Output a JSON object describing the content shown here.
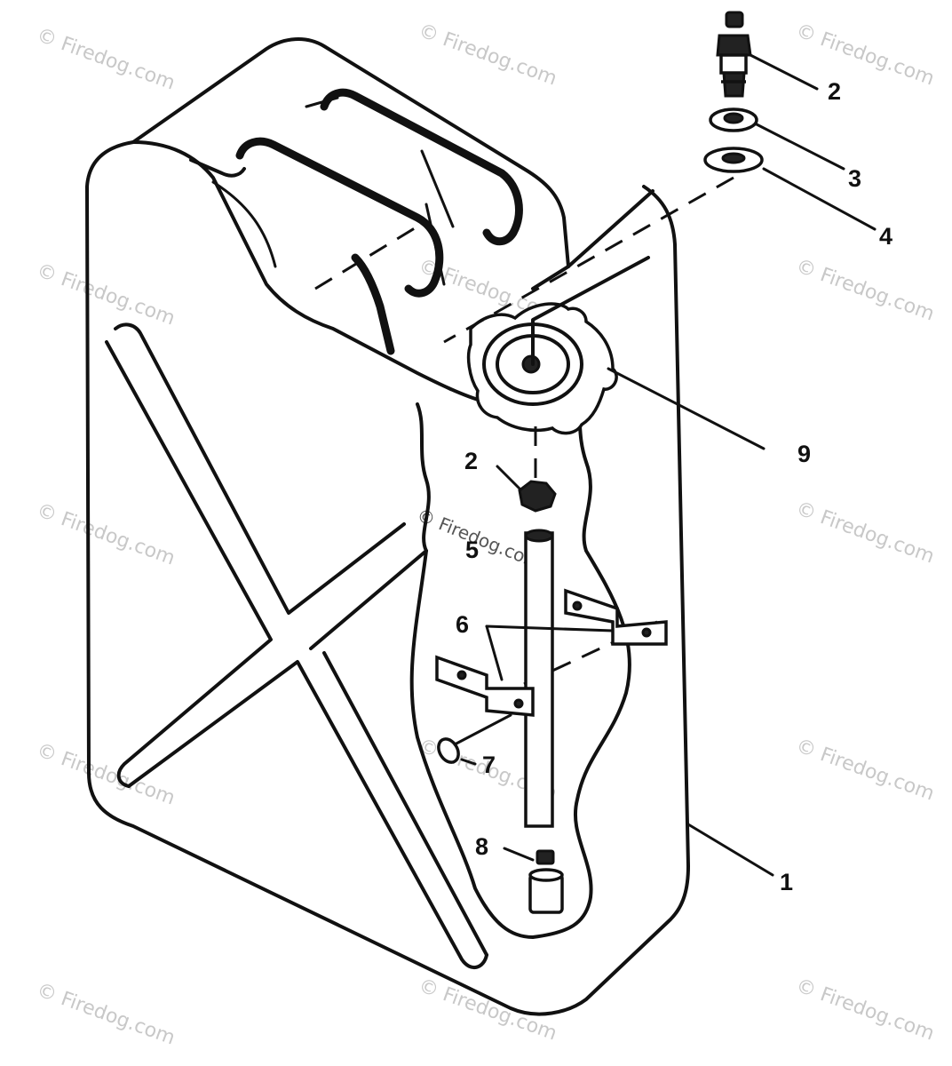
{
  "callouts": [
    {
      "id": "c1",
      "text": "1"
    },
    {
      "id": "c2a",
      "text": "2"
    },
    {
      "id": "c2b",
      "text": "2"
    },
    {
      "id": "c3",
      "text": "3"
    },
    {
      "id": "c4",
      "text": "4"
    },
    {
      "id": "c5",
      "text": "5"
    },
    {
      "id": "c6",
      "text": "6"
    },
    {
      "id": "c7",
      "text": "7"
    },
    {
      "id": "c8",
      "text": "8"
    },
    {
      "id": "c9",
      "text": "9"
    }
  ],
  "watermark": {
    "text": "© Firedog.com"
  }
}
